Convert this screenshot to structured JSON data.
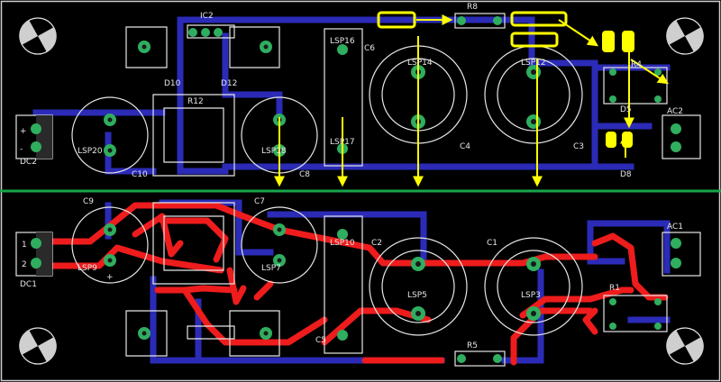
{
  "board": {
    "background": "#000000",
    "silkscreen_color": "#e6e6e6",
    "top_trace_color": "#2b2bb8",
    "bottom_trace_color": "#ee1c1c",
    "pad_color": "#2fae5f",
    "annotation_color": "#ffff00",
    "separator_color": "#1aa54a"
  },
  "labels": {
    "ic2": "IC2",
    "r8": "R8",
    "c6": "C6",
    "c8": "C8",
    "c10": "C10",
    "c4": "C4",
    "c3": "C3",
    "c9": "C9",
    "c7": "C7",
    "c2": "C2",
    "c1": "C1",
    "c5": "C5",
    "d10": "D10",
    "d12": "D12",
    "r12": "R12",
    "lsp20": "LSP20",
    "lsp18": "LSP18",
    "lsp17": "LSP17",
    "lsp16": "LSP16",
    "lsp14": "LSP14",
    "lsp12": "LSP12",
    "dc2": "DC2",
    "dc1": "DC1",
    "ac1": "AC1",
    "ac2": "AC2",
    "d5": "D5",
    "d8": "D8",
    "r1": "R1",
    "r5": "R5",
    "r4": "R4",
    "lsp7": "LSP7",
    "lsp9": "LSP9",
    "lsp10": "LSP10",
    "lsp5": "LSP5",
    "lsp3": "LSP3",
    "plus": "+",
    "minus": "-",
    "n1": "1",
    "n2": "2"
  }
}
